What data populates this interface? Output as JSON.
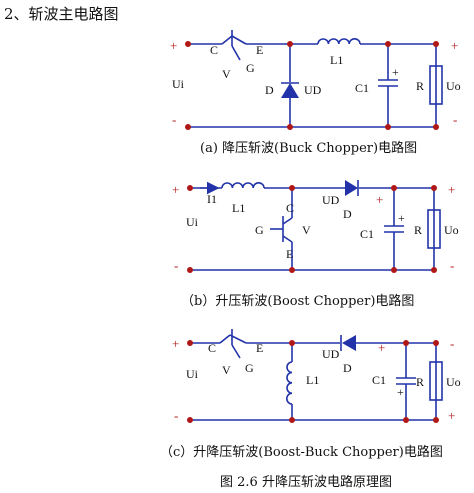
{
  "heading": "2、斩波主电路图",
  "circuit_a": {
    "caption": "(a) 降压斩波(Buck Chopper)电路图",
    "labels": {
      "plus_in": "+",
      "minus_in": "-",
      "plus_out": "+",
      "minus_out": "-",
      "c": "C",
      "e": "E",
      "v": "V",
      "g": "G",
      "ui": "Ui",
      "d": "D",
      "ud": "UD",
      "l1": "L1",
      "c1": "C1",
      "cap_plus": "+",
      "r": "R",
      "uo": "Uo"
    }
  },
  "circuit_b": {
    "caption": "（b）升压斩波(Boost Chopper)电路图",
    "labels": {
      "plus_in": "+",
      "minus_in": "-",
      "plus_out": "+",
      "minus_out": "-",
      "i1": "I1",
      "l1": "L1",
      "ui": "Ui",
      "c": "C",
      "g": "G",
      "v": "V",
      "e": "E",
      "ud": "UD",
      "d": "D",
      "plus_d": "+",
      "c1": "C1",
      "cap_plus": "+",
      "r": "R",
      "uo": "Uo"
    }
  },
  "circuit_c": {
    "caption": "（c）升降压斩波(Boost-Buck Chopper)电路图",
    "labels": {
      "plus_in": "+",
      "minus_in": "-",
      "plus_out": "-",
      "minus_out": "+",
      "c": "C",
      "e": "E",
      "v": "V",
      "g": "G",
      "ui": "Ui",
      "l1": "L1",
      "ud": "UD",
      "d": "D",
      "plus_d": "+",
      "c1": "C1",
      "cap_plus": "+",
      "r": "R",
      "uo": "Uo"
    }
  },
  "figure_caption": "图 2.6 升降压斩波电路原理图"
}
